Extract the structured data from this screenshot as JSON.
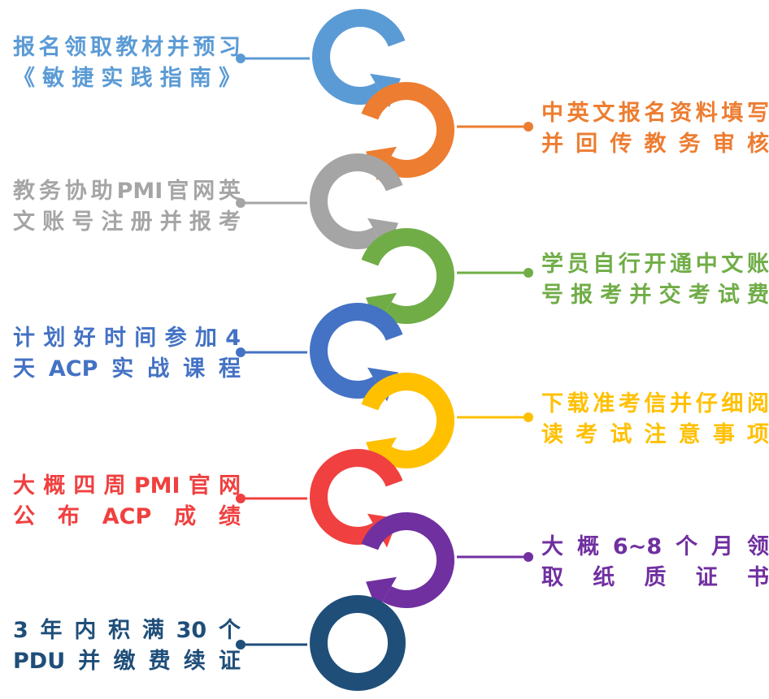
{
  "steps": [
    {
      "id": 1,
      "side": "left",
      "lines": [
        "报名领取教材并预习",
        "《敏捷实践指南》"
      ],
      "color": "#5b9bd5"
    },
    {
      "id": 2,
      "side": "right",
      "lines": [
        "中英文报名资料填写",
        "并回传教务审核"
      ],
      "color": "#ed7d31"
    },
    {
      "id": 3,
      "side": "left",
      "lines": [
        "教务协助PMI官网英",
        "文账号注册并报考"
      ],
      "color": "#a5a5a5"
    },
    {
      "id": 4,
      "side": "right",
      "lines": [
        "学员自行开通中文账",
        "号报考并交考试费"
      ],
      "color": "#70ad47"
    },
    {
      "id": 5,
      "side": "left",
      "lines": [
        "计划好时间参加4",
        "天ACP实战课程"
      ],
      "color": "#4472c4"
    },
    {
      "id": 6,
      "side": "right",
      "lines": [
        "下载准考信并仔细阅",
        "读考试注意事项"
      ],
      "color": "#ffc000"
    },
    {
      "id": 7,
      "side": "left",
      "lines": [
        "大概四周PMI官网",
        "公布ACP成绩"
      ],
      "color": "#f04040"
    },
    {
      "id": 8,
      "side": "right",
      "lines": [
        "大概6~8个月领",
        "取纸质证书"
      ],
      "color": "#7030a0"
    },
    {
      "id": 9,
      "side": "left",
      "lines": [
        "3年内积满30个",
        "PDU并缴费续证"
      ],
      "color": "#1f4e79"
    }
  ]
}
